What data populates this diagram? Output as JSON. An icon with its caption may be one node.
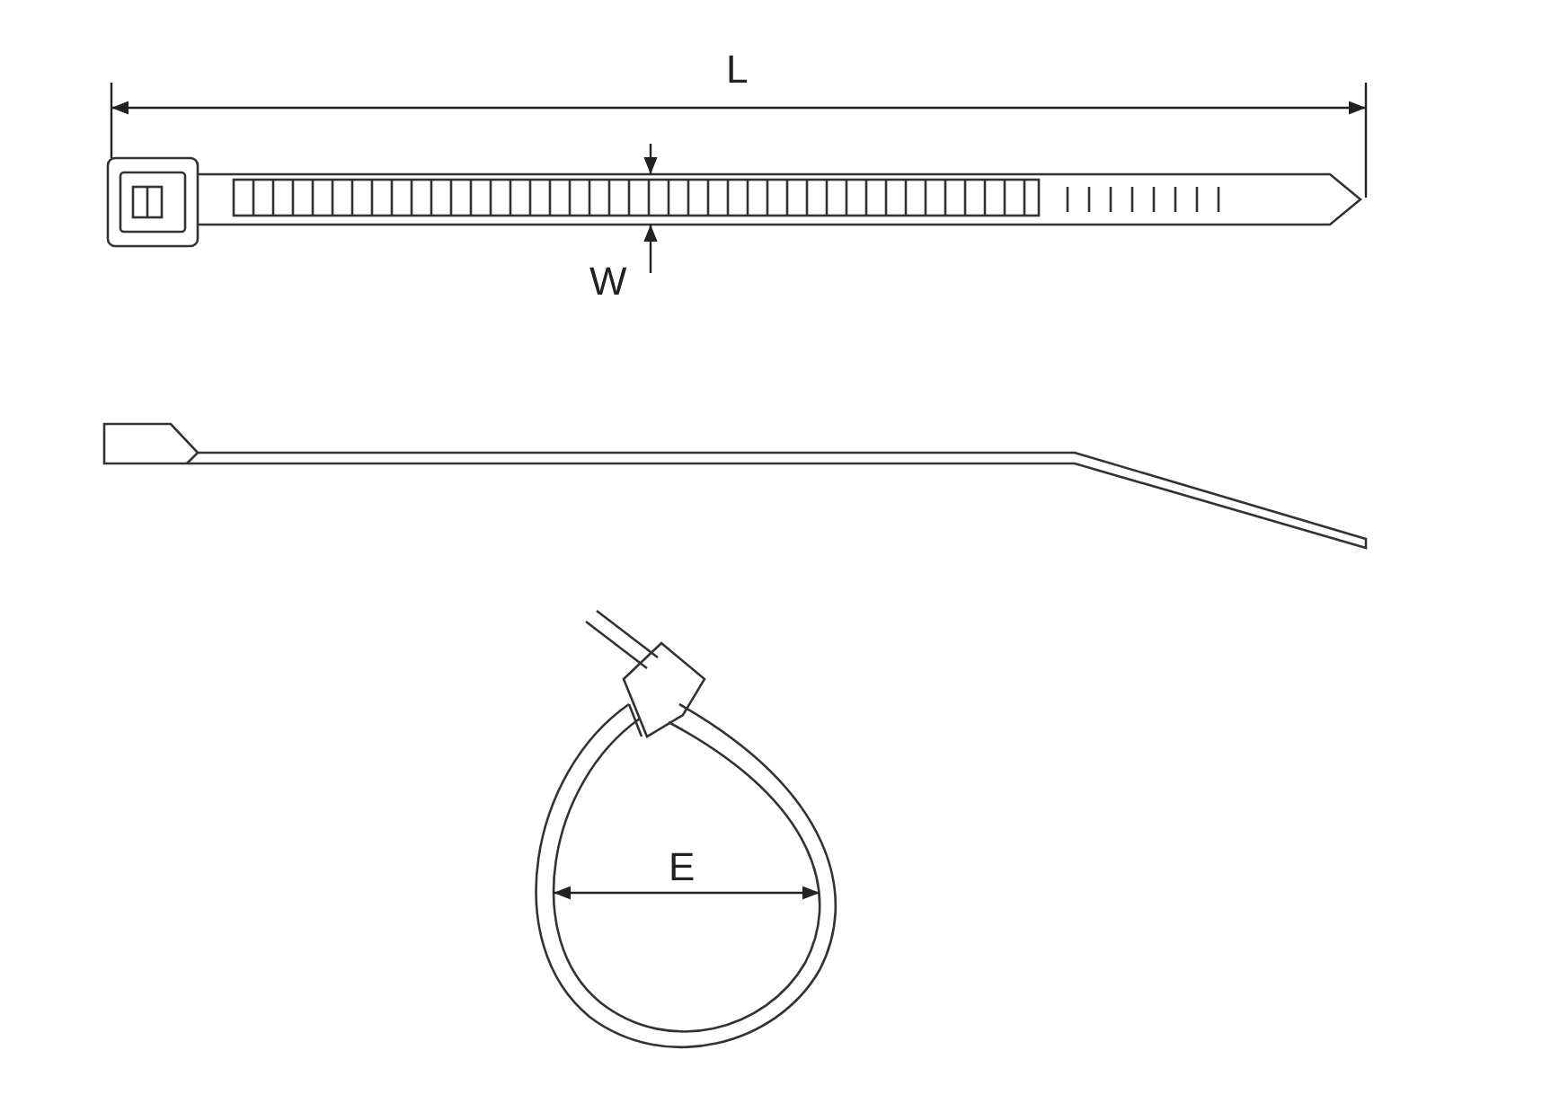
{
  "diagram": {
    "labels": [
      "L",
      "W",
      "E"
    ]
  }
}
